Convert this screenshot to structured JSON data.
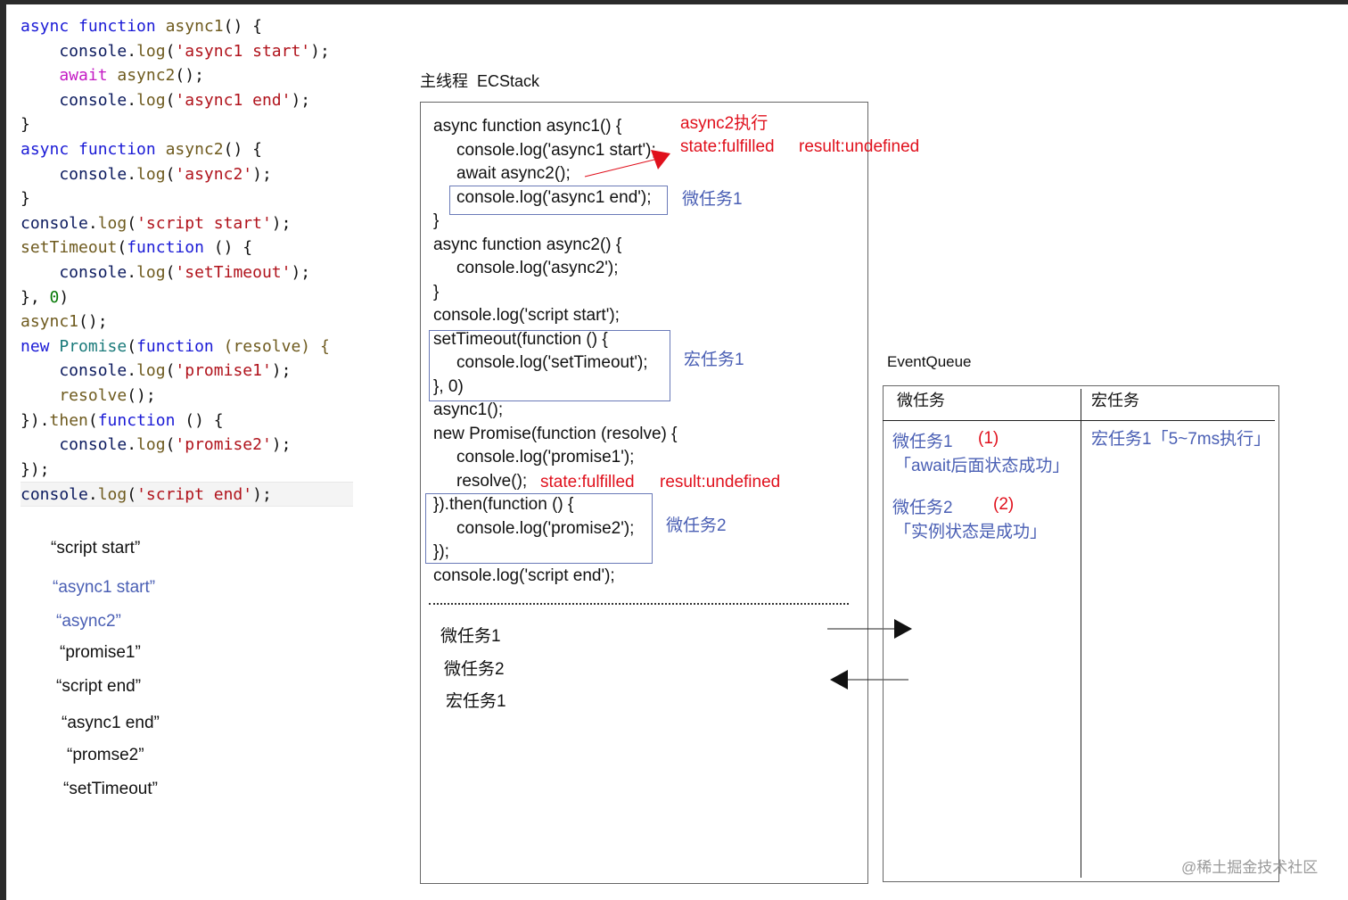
{
  "code": [
    [
      [
        "async ",
        "kw"
      ],
      [
        "function ",
        "kw"
      ],
      [
        "async1",
        "fn"
      ],
      [
        "() {",
        "pl"
      ]
    ],
    [
      [
        "    console",
        "id"
      ],
      [
        ".",
        "pl"
      ],
      [
        "log",
        "fn"
      ],
      [
        "(",
        "pl"
      ],
      [
        "'async1 start'",
        "str"
      ],
      [
        ");",
        "pl"
      ]
    ],
    [
      [
        "    await ",
        "aw"
      ],
      [
        "async2",
        "fn"
      ],
      [
        "();",
        "pl"
      ]
    ],
    [
      [
        "    console",
        "id"
      ],
      [
        ".",
        "pl"
      ],
      [
        "log",
        "fn"
      ],
      [
        "(",
        "pl"
      ],
      [
        "'async1 end'",
        "str"
      ],
      [
        ");",
        "pl"
      ]
    ],
    [
      [
        "}",
        "pl"
      ]
    ],
    [
      [
        "async ",
        "kw"
      ],
      [
        "function ",
        "kw"
      ],
      [
        "async2",
        "fn"
      ],
      [
        "() {",
        "pl"
      ]
    ],
    [
      [
        "    console",
        "id"
      ],
      [
        ".",
        "pl"
      ],
      [
        "log",
        "fn"
      ],
      [
        "(",
        "pl"
      ],
      [
        "'async2'",
        "str"
      ],
      [
        ");",
        "pl"
      ]
    ],
    [
      [
        "}",
        "pl"
      ]
    ],
    [
      [
        "console",
        "id"
      ],
      [
        ".",
        "pl"
      ],
      [
        "log",
        "fn"
      ],
      [
        "(",
        "pl"
      ],
      [
        "'script start'",
        "str"
      ],
      [
        ");",
        "pl"
      ]
    ],
    [
      [
        "setTimeout",
        "fn"
      ],
      [
        "(",
        "pl"
      ],
      [
        "function ",
        "kw"
      ],
      [
        "() {",
        "pl"
      ]
    ],
    [
      [
        "    console",
        "id"
      ],
      [
        ".",
        "pl"
      ],
      [
        "log",
        "fn"
      ],
      [
        "(",
        "pl"
      ],
      [
        "'setTimeout'",
        "str"
      ],
      [
        ");",
        "pl"
      ]
    ],
    [
      [
        "}, ",
        "pl"
      ],
      [
        "0",
        "num"
      ],
      [
        ")",
        "pl"
      ]
    ],
    [
      [
        "async1",
        "fn"
      ],
      [
        "();",
        "pl"
      ]
    ],
    [
      [
        "new ",
        "kw"
      ],
      [
        "Promise",
        "cls"
      ],
      [
        "(",
        "pl"
      ],
      [
        "function ",
        "kw"
      ],
      [
        "(resolve) {",
        "fn"
      ]
    ],
    [
      [
        "    console",
        "id"
      ],
      [
        ".",
        "pl"
      ],
      [
        "log",
        "fn"
      ],
      [
        "(",
        "pl"
      ],
      [
        "'promise1'",
        "str"
      ],
      [
        ");",
        "pl"
      ]
    ],
    [
      [
        "    resolve",
        "fn"
      ],
      [
        "();",
        "pl"
      ]
    ],
    [
      [
        "}).",
        "pl"
      ],
      [
        "then",
        "fn"
      ],
      [
        "(",
        "pl"
      ],
      [
        "function ",
        "kw"
      ],
      [
        "() {",
        "pl"
      ]
    ],
    [
      [
        "    console",
        "id"
      ],
      [
        ".",
        "pl"
      ],
      [
        "log",
        "fn"
      ],
      [
        "(",
        "pl"
      ],
      [
        "'promise2'",
        "str"
      ],
      [
        ");",
        "pl"
      ]
    ],
    [
      [
        "});",
        "pl"
      ]
    ],
    [
      [
        "console",
        "id"
      ],
      [
        ".",
        "pl"
      ],
      [
        "log",
        "fn"
      ],
      [
        "(",
        "pl"
      ],
      [
        "'script end'",
        "str"
      ],
      [
        ");",
        "pl"
      ]
    ]
  ],
  "output": [
    "“script start”",
    "“async1 start”",
    "“async2”",
    "“promise1”",
    "“script end”",
    "“async1 end”",
    "“promse2”",
    "“setTimeout”"
  ],
  "ecstack": {
    "title": "主线程  ECStack",
    "lines": [
      "async function async1() {",
      "console.log('async1 start');",
      "await async2();",
      "console.log('async1 end');",
      "}",
      "async function async2() {",
      "console.log('async2');",
      "}",
      "console.log('script start');",
      "setTimeout(function () {",
      "console.log('setTimeout');",
      "}, 0)",
      "async1();",
      "new Promise(function (resolve) {",
      "console.log('promise1');",
      "resolve();",
      "}).then(function () {",
      "console.log('promise2');",
      "});",
      "console.log('script end');"
    ],
    "notes": {
      "async2_exec": "async2执行",
      "state1": "state:fulfilled",
      "result1": "result:undefined",
      "micro1": "微任务1",
      "macro1": "宏任务1",
      "state2": "state:fulfilled",
      "result2": "result:undefined",
      "micro2": "微任务2"
    },
    "exec_order": [
      "微任务1",
      "微任务2",
      "宏任务1"
    ]
  },
  "eventqueue": {
    "title": "EventQueue",
    "micro_header": "微任务",
    "macro_header": "宏任务",
    "micro1": "微任务1",
    "micro1_num": "(1)",
    "micro1_desc": "「await后面状态成功」",
    "micro2": "微任务2",
    "micro2_num": "(2)",
    "micro2_desc": "「实例状态是成功」",
    "macro1": "宏任务1「5~7ms执行」"
  },
  "watermark": "@稀土掘金技术社区"
}
